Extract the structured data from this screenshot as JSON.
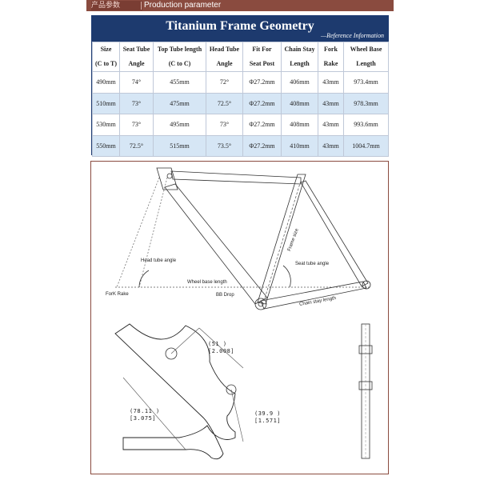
{
  "header": {
    "cn_label": "产品参数",
    "en_label": "Production parameter"
  },
  "table": {
    "title": "Titanium Frame Geometry",
    "subtitle": "—Reference Information",
    "columns": [
      {
        "line1": "Size",
        "line2": "(C to T)"
      },
      {
        "line1": "Seat Tube",
        "line2": "Angle"
      },
      {
        "line1": "Top Tube length",
        "line2": "(C to C)"
      },
      {
        "line1": "Head Tube",
        "line2": "Angle"
      },
      {
        "line1": "Fit For",
        "line2": "Seat Post"
      },
      {
        "line1": "Chain Stay",
        "line2": "Length"
      },
      {
        "line1": "Fork",
        "line2": "Rake"
      },
      {
        "line1": "Wheel Base",
        "line2": "Length"
      }
    ],
    "rows": [
      [
        "490mm",
        "74°",
        "455mm",
        "72°",
        "Φ27.2mm",
        "406mm",
        "43mm",
        "973.4mm"
      ],
      [
        "510mm",
        "73°",
        "475mm",
        "72.5°",
        "Φ27.2mm",
        "408mm",
        "43mm",
        "978.3mm"
      ],
      [
        "530mm",
        "73°",
        "495mm",
        "73°",
        "Φ27.2mm",
        "408mm",
        "43mm",
        "993.6mm"
      ],
      [
        "550mm",
        "72.5°",
        "515mm",
        "73.5°",
        "Φ27.2mm",
        "410mm",
        "43mm",
        "1004.7mm"
      ]
    ]
  },
  "diagram": {
    "labels": {
      "head_tube_angle": "Head tube angle",
      "seat_tube_angle": "Seat tube angle",
      "wheel_base_length": "Wheel base length",
      "fork_rake": "ForK Rake",
      "bb_drop": "BB Drop",
      "chain_stay_length": "Chain stay length",
      "frame_size": "Frame size"
    },
    "dims": {
      "d1_mm": "(51    )",
      "d1_in": "[2.008]",
      "d2_mm": "(78.11  )",
      "d2_in": "[3.075]",
      "d3_mm": "(39.9  )",
      "d3_in": "[1.571]"
    }
  }
}
